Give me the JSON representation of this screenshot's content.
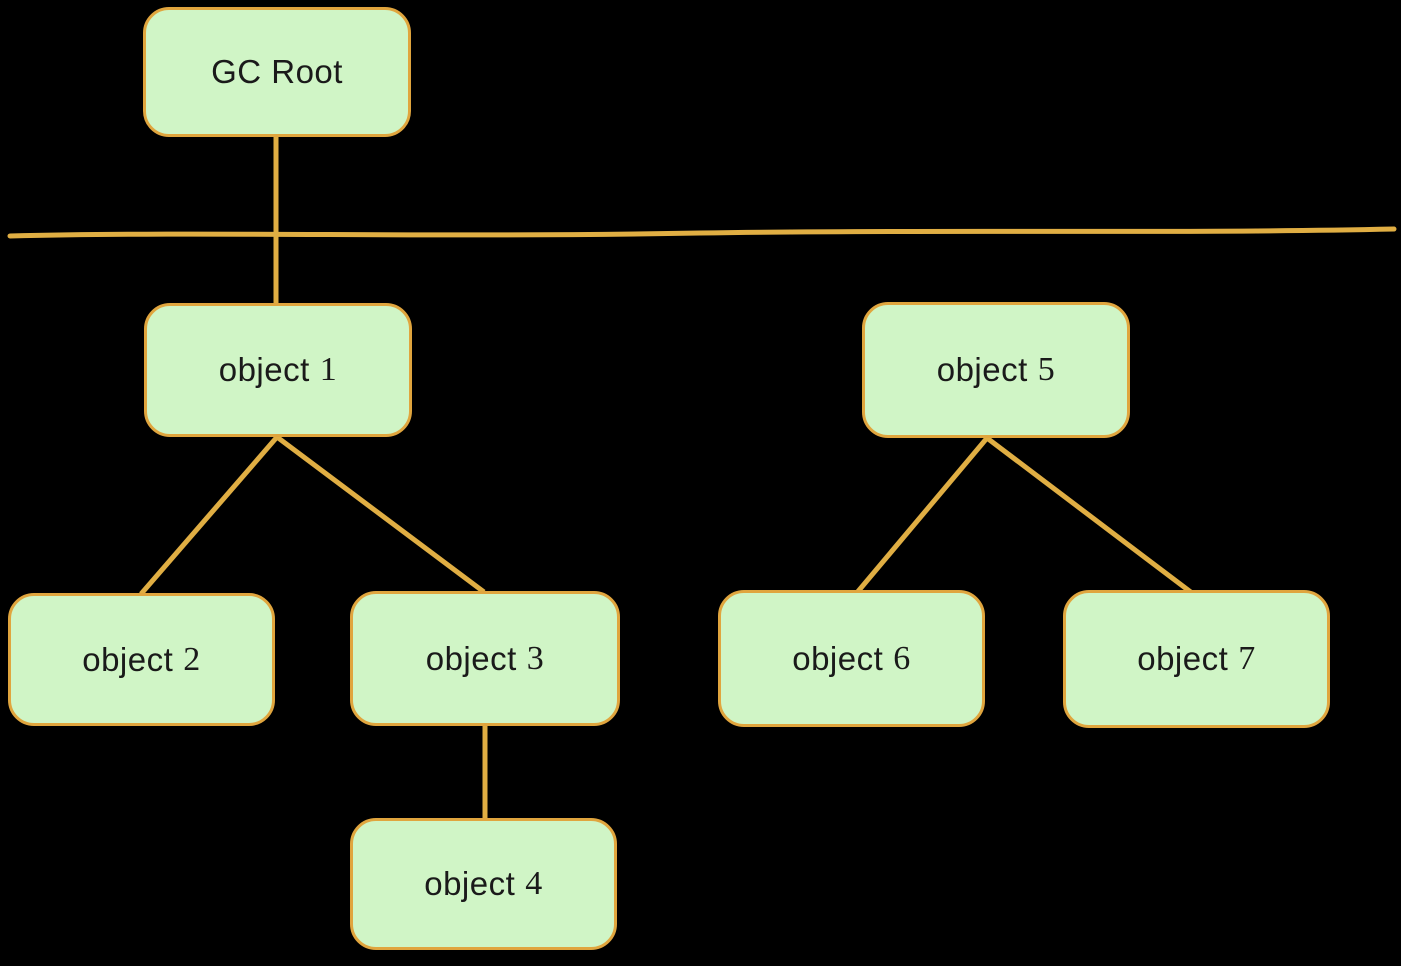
{
  "diagram": {
    "description": "GC Root object reference tree over black background",
    "colors": {
      "background": "#000000",
      "node_fill": "#d0f5c6",
      "node_border": "#e0a53e",
      "connector": "#e0ae43",
      "text": "#1a1a1a"
    },
    "nodes": [
      {
        "id": "gc-root",
        "text": "GC Root",
        "number": ""
      },
      {
        "id": "object-1",
        "text": "object",
        "number": "1"
      },
      {
        "id": "object-5",
        "text": "object",
        "number": "5"
      },
      {
        "id": "object-2",
        "text": "object",
        "number": "2"
      },
      {
        "id": "object-3",
        "text": "object",
        "number": "3"
      },
      {
        "id": "object-6",
        "text": "object",
        "number": "6"
      },
      {
        "id": "object-7",
        "text": "object",
        "number": "7"
      },
      {
        "id": "object-4",
        "text": "object",
        "number": "4"
      }
    ],
    "edges": [
      {
        "from": "gc-root",
        "to": "object-1"
      },
      {
        "from": "object-1",
        "to": "object-2"
      },
      {
        "from": "object-1",
        "to": "object-3"
      },
      {
        "from": "object-3",
        "to": "object-4"
      },
      {
        "from": "object-5",
        "to": "object-6"
      },
      {
        "from": "object-5",
        "to": "object-7"
      }
    ],
    "divider": {
      "role": "horizontal separator line between GC Root and heap objects"
    }
  }
}
